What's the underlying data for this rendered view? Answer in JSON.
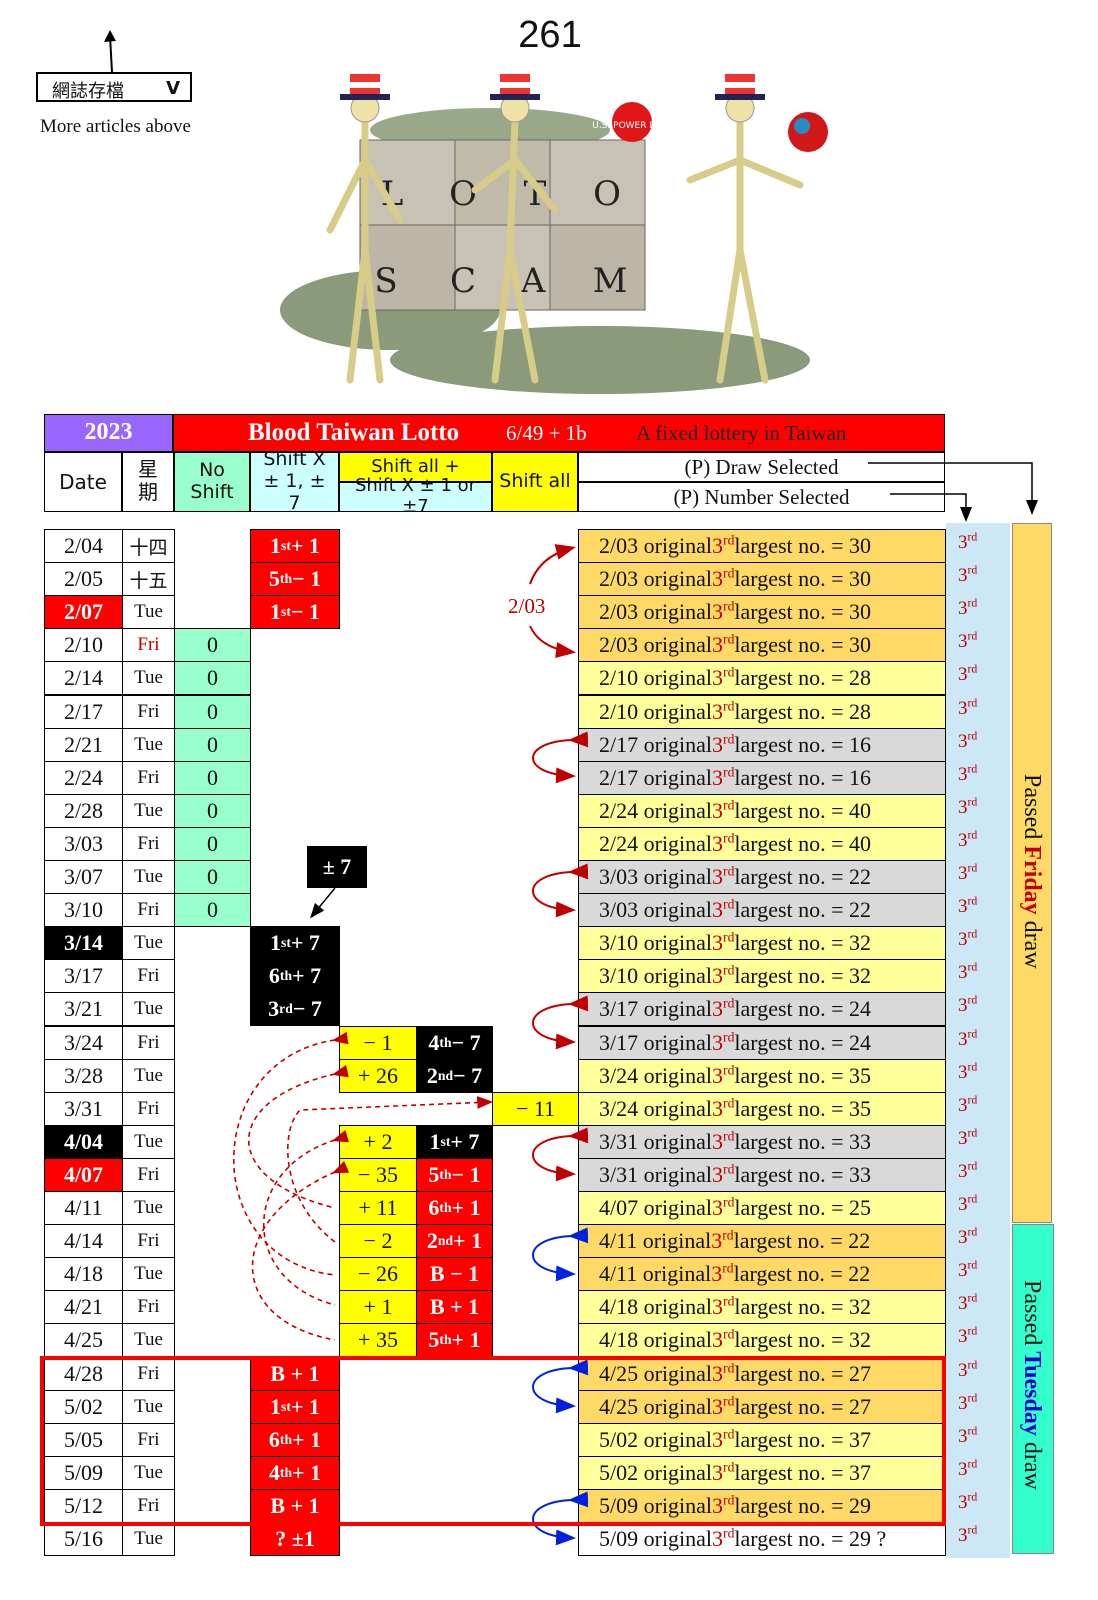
{
  "page_number": "261",
  "dropdown": {
    "label": "網誌存檔",
    "chevron": "V"
  },
  "more_articles": "More articles above",
  "illustration": {
    "block_letters_top": [
      "L",
      "O",
      "T",
      "O"
    ],
    "block_letters_bottom": [
      "S",
      "C",
      "A",
      "M"
    ],
    "ball_text": "U.S. POWER BALL"
  },
  "table": {
    "year": "2023",
    "title": "Blood Taiwan Lotto",
    "format": "6/49 + 1b",
    "subtitle": "A fixed lottery in Taiwan",
    "headers": {
      "date": "Date",
      "weekday": "星期",
      "no_shift": "No Shift",
      "shift_x": "Shift X ± 1, ± 7",
      "shift_all_plus": "Shift all +",
      "shift_x_1_or_7": "Shift X ± 1 or ±7",
      "shift_all": "Shift all",
      "draw_selected": "(P) Draw Selected",
      "number_selected": "(P) Number Selected"
    },
    "side_labels": {
      "friday": [
        "Passed ",
        "Friday",
        " draw"
      ],
      "tuesday": [
        "Passed ",
        "Tuesday",
        " draw"
      ]
    },
    "annotations": {
      "pm7": "± 7",
      "arrow_2_03": "2/03"
    },
    "third_label": "3rd",
    "rows": [
      {
        "date": "2/04",
        "day": "十四",
        "ns": "",
        "sx": "1st + 1",
        "sa": "",
        "sx2": "",
        "sall": "",
        "orig": "2/03 original 3rd  largest no. = 30",
        "color": "orange"
      },
      {
        "date": "2/05",
        "day": "十五",
        "ns": "",
        "sx": "5th − 1",
        "sa": "",
        "sx2": "",
        "sall": "",
        "orig": "2/03 original 3rd  largest no. = 30",
        "color": "orange"
      },
      {
        "date": "2/07",
        "day": "Tue",
        "ns": "",
        "sx": "1st − 1",
        "sa": "",
        "sx2": "",
        "sall": "",
        "orig": "2/03 original 3rd  largest no. = 30",
        "color": "orange"
      },
      {
        "date": "2/10",
        "day": "Fri",
        "ns": "0",
        "sx": "",
        "sa": "",
        "sx2": "",
        "sall": "",
        "orig": "2/03 original 3rd  largest no. = 30",
        "color": "orange"
      },
      {
        "date": "2/14",
        "day": "Tue",
        "ns": "0",
        "sx": "",
        "sa": "",
        "sx2": "",
        "sall": "",
        "orig": "2/10 original 3rd  largest no. = 28",
        "color": "yellow"
      },
      {
        "date": "2/17",
        "day": "Fri",
        "ns": "0",
        "sx": "",
        "sa": "",
        "sx2": "",
        "sall": "",
        "orig": "2/10 original 3rd  largest no. = 28",
        "color": "yellow"
      },
      {
        "date": "2/21",
        "day": "Tue",
        "ns": "0",
        "sx": "",
        "sa": "",
        "sx2": "",
        "sall": "",
        "orig": "2/17 original 3rd  largest no. = 16",
        "color": "gray"
      },
      {
        "date": "2/24",
        "day": "Fri",
        "ns": "0",
        "sx": "",
        "sa": "",
        "sx2": "",
        "sall": "",
        "orig": "2/17 original 3rd  largest no. = 16",
        "color": "gray"
      },
      {
        "date": "2/28",
        "day": "Tue",
        "ns": "0",
        "sx": "",
        "sa": "",
        "sx2": "",
        "sall": "",
        "orig": "2/24 original 3rd  largest no. = 40",
        "color": "yellow"
      },
      {
        "date": "3/03",
        "day": "Fri",
        "ns": "0",
        "sx": "",
        "sa": "",
        "sx2": "",
        "sall": "",
        "orig": "2/24 original 3rd  largest no. = 40",
        "color": "yellow"
      },
      {
        "date": "3/07",
        "day": "Tue",
        "ns": "0",
        "sx": "",
        "sa": "",
        "sx2": "",
        "sall": "",
        "orig": "3/03 original 3rd  largest no. = 22",
        "color": "gray"
      },
      {
        "date": "3/10",
        "day": "Fri",
        "ns": "0",
        "sx": "",
        "sa": "",
        "sx2": "",
        "sall": "",
        "orig": "3/03 original 3rd  largest no. = 22",
        "color": "gray"
      },
      {
        "date": "3/14",
        "day": "Tue",
        "ns": "",
        "sx": "1st + 7",
        "sa": "",
        "sx2": "",
        "sall": "",
        "orig": "3/10 original 3rd  largest no. = 32",
        "color": "yellow"
      },
      {
        "date": "3/17",
        "day": "Fri",
        "ns": "",
        "sx": "6th + 7",
        "sa": "",
        "sx2": "",
        "sall": "",
        "orig": "3/10 original 3rd  largest no. = 32",
        "color": "yellow"
      },
      {
        "date": "3/21",
        "day": "Tue",
        "ns": "",
        "sx": "3rd − 7",
        "sa": "",
        "sx2": "",
        "sall": "",
        "orig": "3/17 original 3rd  largest no. = 24",
        "color": "gray"
      },
      {
        "date": "3/24",
        "day": "Fri",
        "ns": "",
        "sx": "",
        "sa": "− 1",
        "sx2": "4th − 7",
        "sall": "",
        "orig": "3/17 original 3rd  largest no. = 24",
        "color": "gray"
      },
      {
        "date": "3/28",
        "day": "Tue",
        "ns": "",
        "sx": "",
        "sa": "+ 26",
        "sx2": "2nd − 7",
        "sall": "",
        "orig": "3/24 original 3rd  largest no. = 35",
        "color": "yellow"
      },
      {
        "date": "3/31",
        "day": "Fri",
        "ns": "",
        "sx": "",
        "sa": "",
        "sx2": "",
        "sall": "− 11",
        "orig": "3/24 original 3rd  largest no. = 35",
        "color": "yellow"
      },
      {
        "date": "4/04",
        "day": "Tue",
        "ns": "",
        "sx": "",
        "sa": "+ 2",
        "sx2": "1st + 7",
        "sall": "",
        "orig": "3/31 original 3rd  largest no. = 33",
        "color": "gray"
      },
      {
        "date": "4/07",
        "day": "Fri",
        "ns": "",
        "sx": "",
        "sa": "− 35",
        "sx2": "5th − 1",
        "sall": "",
        "orig": "3/31 original 3rd  largest no. = 33",
        "color": "gray"
      },
      {
        "date": "4/11",
        "day": "Tue",
        "ns": "",
        "sx": "",
        "sa": "+ 11",
        "sx2": "6th + 1",
        "sall": "",
        "orig": "4/07 original 3rd  largest no. = 25",
        "color": "yellow"
      },
      {
        "date": "4/14",
        "day": "Fri",
        "ns": "",
        "sx": "",
        "sa": "− 2",
        "sx2": "2nd + 1",
        "sall": "",
        "orig": "4/11 original 3rd  largest no. = 22",
        "color": "orange"
      },
      {
        "date": "4/18",
        "day": "Tue",
        "ns": "",
        "sx": "",
        "sa": "− 26",
        "sx2": "B − 1",
        "sall": "",
        "orig": "4/11 original 3rd  largest no. = 22",
        "color": "orange"
      },
      {
        "date": "4/21",
        "day": "Fri",
        "ns": "",
        "sx": "",
        "sa": "+ 1",
        "sx2": "B + 1",
        "sall": "",
        "orig": "4/18 original 3rd  largest no. = 32",
        "color": "yellow"
      },
      {
        "date": "4/25",
        "day": "Tue",
        "ns": "",
        "sx": "",
        "sa": "+ 35",
        "sx2": "5th + 1",
        "sall": "",
        "orig": "4/18 original 3rd  largest no. = 32",
        "color": "yellow"
      },
      {
        "date": "4/28",
        "day": "Fri",
        "ns": "",
        "sx": "B + 1",
        "sa": "",
        "sx2": "",
        "sall": "",
        "orig": "4/25 original 3rd  largest no. = 27",
        "color": "orange"
      },
      {
        "date": "5/02",
        "day": "Tue",
        "ns": "",
        "sx": "1st + 1",
        "sa": "",
        "sx2": "",
        "sall": "",
        "orig": "4/25 original 3rd  largest no. = 27",
        "color": "orange"
      },
      {
        "date": "5/05",
        "day": "Fri",
        "ns": "",
        "sx": "6th + 1",
        "sa": "",
        "sx2": "",
        "sall": "",
        "orig": "5/02 original 3rd  largest no. = 37",
        "color": "yellow"
      },
      {
        "date": "5/09",
        "day": "Tue",
        "ns": "",
        "sx": "4th + 1",
        "sa": "",
        "sx2": "",
        "sall": "",
        "orig": "5/02 original 3rd  largest no. = 37",
        "color": "yellow"
      },
      {
        "date": "5/12",
        "day": "Fri",
        "ns": "",
        "sx": "B + 1",
        "sa": "",
        "sx2": "",
        "sall": "",
        "orig": "5/09 original 3rd  largest no. = 29",
        "color": "orange"
      },
      {
        "date": "5/16",
        "day": "Tue",
        "ns": "",
        "sx": "? ±1",
        "sa": "",
        "sx2": "",
        "sall": "",
        "orig": "5/09 original 3rd  largest no. = 29 ?",
        "color": "white"
      }
    ],
    "highlights": {
      "date_red": [
        "2/07",
        "4/07"
      ],
      "date_black": [
        "3/14",
        "4/04"
      ],
      "day_red": [
        "2/10"
      ],
      "sx_black": [
        "3/14",
        "3/17",
        "3/21"
      ],
      "sx2_red": [
        "4/07",
        "4/11",
        "4/14",
        "4/18",
        "4/21",
        "4/25"
      ]
    },
    "colors": {
      "red": "#ff0000",
      "yellow": "#ffff00",
      "green": "#99ffcc",
      "purple": "#9966ff",
      "cyan": "#ccffff",
      "lightblue": "#cce8f7",
      "orange_bar": "#ffd966",
      "teal_bar": "#33ffcc"
    }
  }
}
